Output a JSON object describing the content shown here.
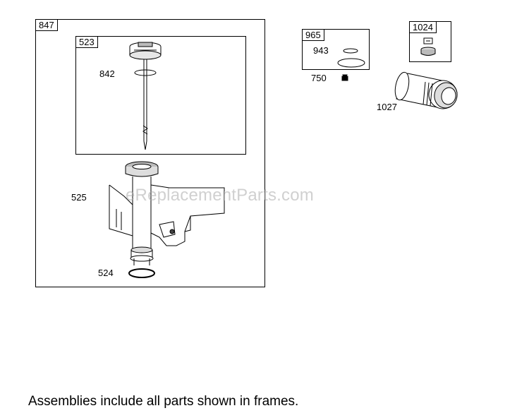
{
  "frames": [
    {
      "id": "847"
    },
    {
      "id": "523"
    },
    {
      "id": "965"
    },
    {
      "id": "1024"
    }
  ],
  "parts": {
    "p842": "842",
    "p525": "525",
    "p524": "524",
    "p943": "943",
    "p750": "750",
    "p1027": "1027"
  },
  "watermark": "eReplacementParts.com",
  "footnote": "Assemblies include all parts shown in frames."
}
